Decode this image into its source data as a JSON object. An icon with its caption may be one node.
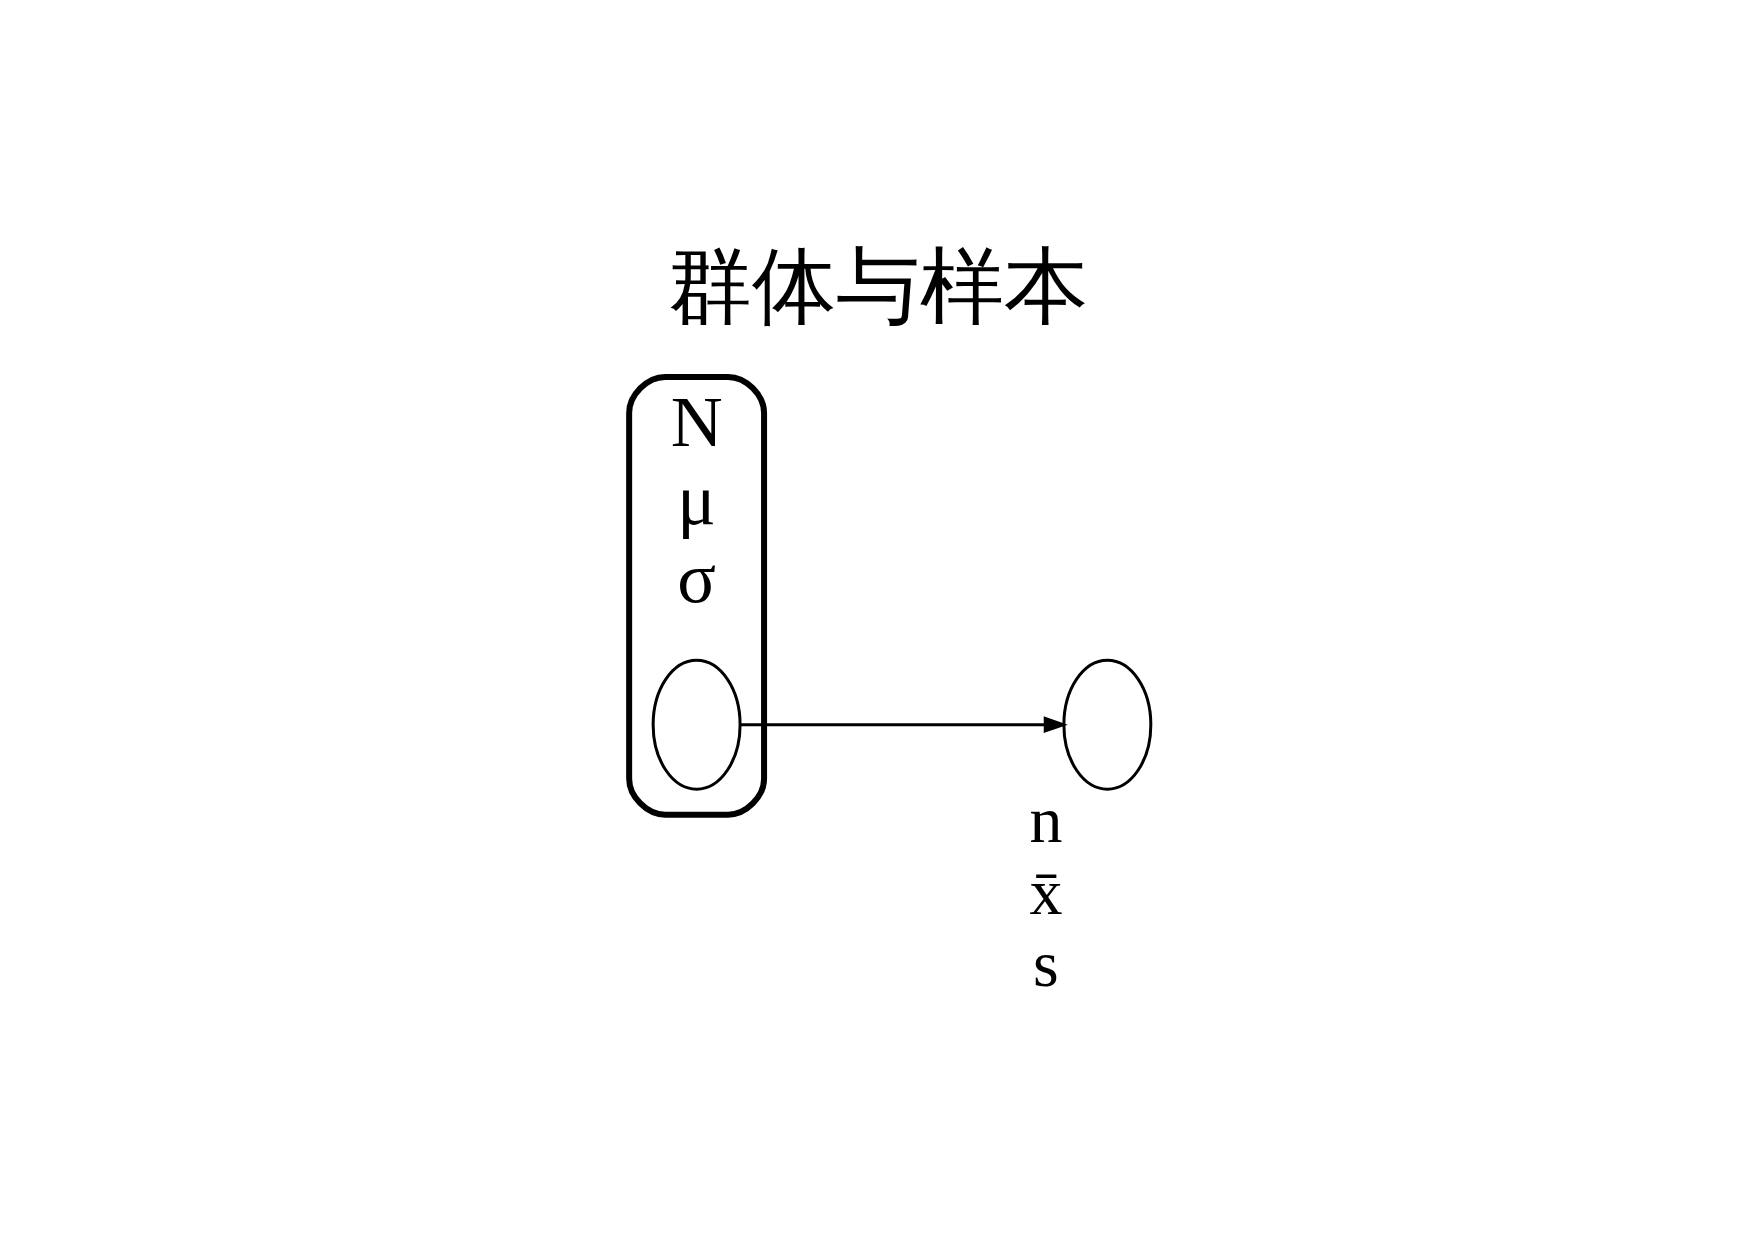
{
  "diagram": {
    "title": "群体与样本",
    "nodes": [
      {
        "text": [
          "N",
          "μ",
          "σ"
        ]
      },
      {
        "text": [],
        "shape": "ellipse",
        "in": 0
      },
      {
        "text": [],
        "shape": "ellipse",
        "beside": [
          "n",
          "x̄",
          "s"
        ]
      }
    ],
    "edges": [
      {
        "from": 1,
        "to": 2,
        "arrow": "to"
      }
    ]
  }
}
